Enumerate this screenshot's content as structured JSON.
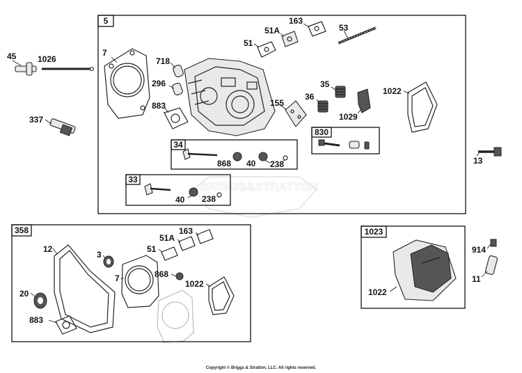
{
  "watermark": "BRIGGS&STRATTON",
  "copyright": "Copyright © Briggs & Stratton, LLC. All rights reserved.",
  "boxes": {
    "main": "5",
    "b34": "34",
    "b33": "33",
    "b830": "830",
    "b358": "358",
    "b1023": "1023"
  },
  "labels": {
    "p45": "45",
    "p1026": "1026",
    "p7": "7",
    "p718": "718",
    "p296": "296",
    "p883": "883",
    "p51": "51",
    "p51A": "51A",
    "p163": "163",
    "p53": "53",
    "p35": "35",
    "p36": "36",
    "p155": "155",
    "p1029": "1029",
    "p1022": "1022",
    "p337": "337",
    "p868": "868",
    "p40": "40",
    "p238": "238",
    "p40b": "40",
    "p238b": "238",
    "p13": "13",
    "p12": "12",
    "p3": "3",
    "p51b": "51",
    "p51Ab": "51A",
    "p163b": "163",
    "p7b": "7",
    "p868b": "868",
    "p1022b": "1022",
    "p20": "20",
    "p883b": "883",
    "p1022c": "1022",
    "p914": "914",
    "p11": "11"
  }
}
